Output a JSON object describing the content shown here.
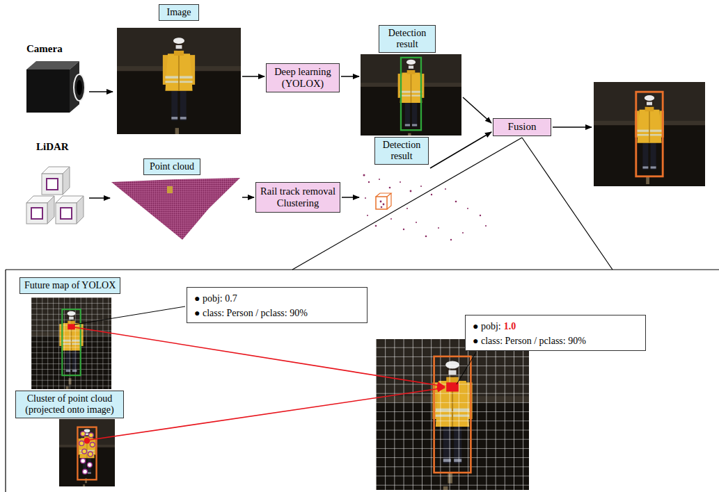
{
  "diagram": {
    "nodes": [
      {
        "text": [
          "Image"
        ]
      },
      {
        "text": [
          "Deep learning (YOLOX)"
        ]
      },
      {
        "text": [
          "Detection result"
        ]
      },
      {
        "text": [
          "Fusion"
        ]
      },
      {
        "text": [
          "Point cloud"
        ]
      },
      {
        "text": [
          "Rail track removal Clustering"
        ]
      },
      {
        "text": [
          "Detection result"
        ]
      },
      {
        "text": [
          "Future map of YOLOX"
        ]
      },
      {
        "text": [
          "● pobj: 0.7",
          "● class: Person / pclass: 90%"
        ]
      },
      {
        "text": [
          "Cluster of point cloud (projected onto image)"
        ]
      },
      {
        "text": [
          "● pobj:",
          "1.0",
          "● class: Person / pclass: 90%"
        ]
      }
    ],
    "edges": [
      {
        "from": 0,
        "to": 1,
        "arrow": "to"
      },
      {
        "from": 1,
        "to": 2,
        "arrow": "to"
      },
      {
        "from": 2,
        "to": 3,
        "arrow": "to"
      },
      {
        "from": 4,
        "to": 5,
        "arrow": "to"
      },
      {
        "from": 5,
        "to": 6,
        "arrow": "to"
      },
      {
        "from": 6,
        "to": 3,
        "arrow": "to"
      }
    ],
    "labels": [
      "Camera",
      "LiDAR"
    ]
  }
}
